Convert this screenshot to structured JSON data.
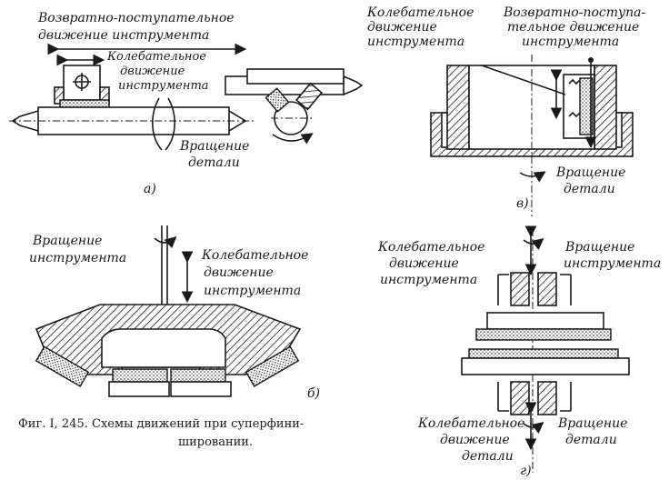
{
  "diagram_a": {
    "label_reciprocating": [
      "Возвратно-поступательное",
      "движение инструмента"
    ],
    "label_oscillating": [
      "Колебательное",
      "движение",
      "инструмента"
    ],
    "label_rotation": [
      "Вращение",
      "детали"
    ],
    "sub_label": "а)"
  },
  "diagram_v": {
    "label_oscillating": [
      "Колебательное",
      "движение",
      "инструмента"
    ],
    "label_reciprocating": [
      "Возвратно-поступа-",
      "тельное движение",
      "инструмента"
    ],
    "label_rotation": [
      "Вращение",
      "детали"
    ],
    "sub_label": "в)"
  },
  "diagram_b": {
    "label_rotation": [
      "Вращение",
      "инструмента"
    ],
    "label_oscillating": [
      "Колебательное",
      "движение",
      "инструмента"
    ],
    "sub_label": "б)"
  },
  "diagram_g": {
    "label_oscillating_tool": [
      "Колебательное",
      "движение",
      "инструмента"
    ],
    "label_rotation_tool": [
      "Вращение",
      "инструмента"
    ],
    "label_oscillating_part": [
      "Колебательное",
      "движение",
      "детали"
    ],
    "label_rotation_part": [
      "Вращение",
      "детали"
    ],
    "sub_label": "г)"
  },
  "caption": [
    "Фиг. I, 245. Схемы движений при суперфини-",
    "шировании."
  ]
}
